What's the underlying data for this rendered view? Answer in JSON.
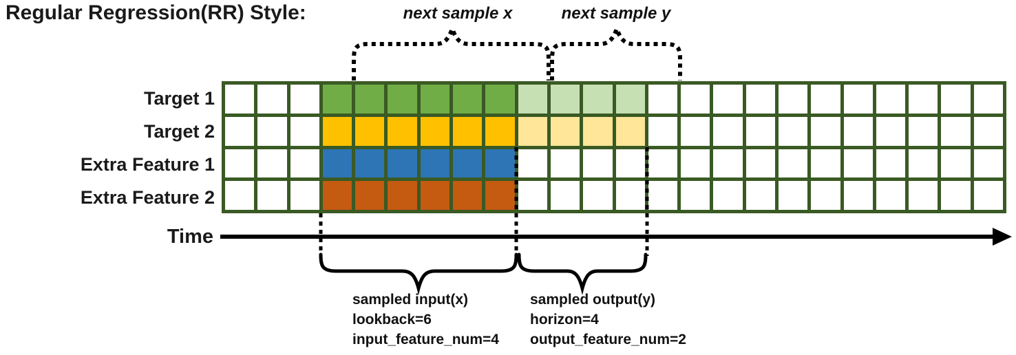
{
  "title": "Regular Regression(RR) Style:",
  "colors": {
    "grid_line": "#3A5A24",
    "cell_bg": "#FFFFFF",
    "annotation": "#000000",
    "target1_input": "#70AD47",
    "target1_output": "#C6E0B4",
    "target2_input": "#FFC000",
    "target2_output": "#FFE699",
    "extra1_input": "#2E75B6",
    "extra2_input": "#C55A11"
  },
  "grid": {
    "columns": 24,
    "lead_cells": 3,
    "lookback": 6,
    "horizon": 4,
    "rows": [
      {
        "label": "Target 1",
        "input_color": "#70AD47",
        "output_color": "#C6E0B4"
      },
      {
        "label": "Target 2",
        "input_color": "#FFC000",
        "output_color": "#FFE699"
      },
      {
        "label": "Extra Feature 1",
        "input_color": "#2E75B6",
        "output_color": null
      },
      {
        "label": "Extra Feature 2",
        "input_color": "#C55A11",
        "output_color": null
      }
    ]
  },
  "annotations": {
    "next_sample_x": "next sample x",
    "next_sample_y": "next sample y",
    "time_label": "Time",
    "input_block": {
      "line1": "sampled input(x)",
      "line2": "lookback=6",
      "line3": "input_feature_num=4"
    },
    "output_block": {
      "line1": "sampled output(y)",
      "line2": "horizon=4",
      "line3": "output_feature_num=2"
    }
  }
}
